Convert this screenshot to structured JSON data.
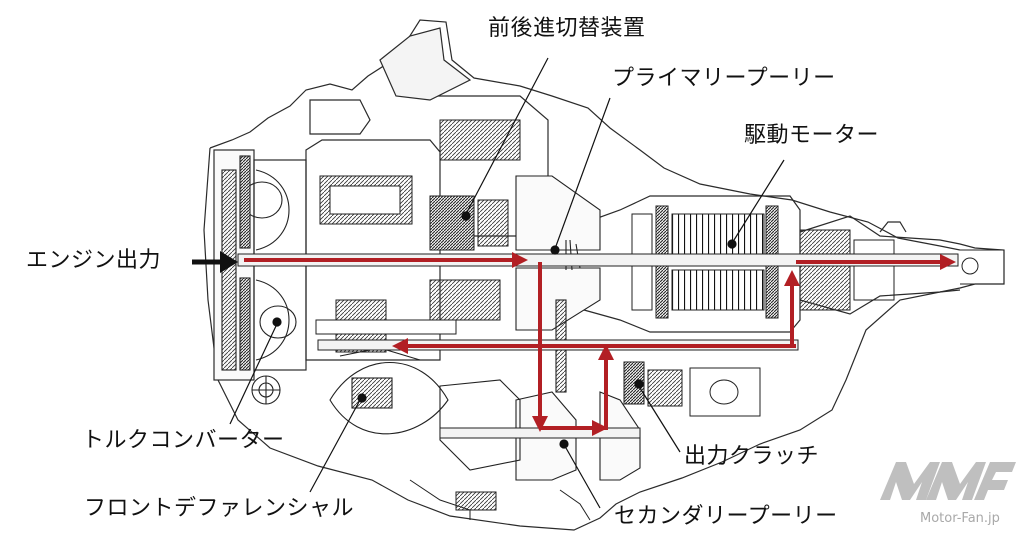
{
  "labels": {
    "forward_reverse_switch": "前後進切替装置",
    "primary_pulley": "プライマリープーリー",
    "drive_motor": "駆動モーター",
    "engine_output": "エンジン出力",
    "torque_converter": "トルクコンバーター",
    "output_clutch": "出力クラッチ",
    "front_differential": "フロントデファレンシャル",
    "secondary_pulley": "セカンダリープーリー"
  },
  "watermark": {
    "text": "Motor-Fan.jp",
    "logo_icon": "mf-logo-icon"
  },
  "colors": {
    "power_flow": "#b21f24",
    "drawing_line": "#2b2b2b",
    "engine_arrow": "#111111",
    "watermark": "#b5b5b5"
  }
}
